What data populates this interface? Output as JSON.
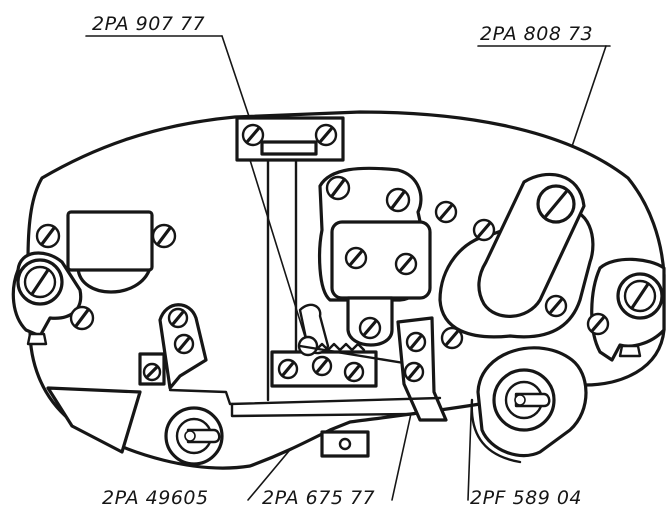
{
  "labels": {
    "top_left": "2PA 907 77",
    "top_right": "2PA 808 73",
    "bottom_left": "2PA 49605",
    "bottom_middle": "2PA 675 77",
    "bottom_right": "2PF 589 04"
  },
  "colors": {
    "ink": "#161616",
    "paper": "#ffffff"
  }
}
